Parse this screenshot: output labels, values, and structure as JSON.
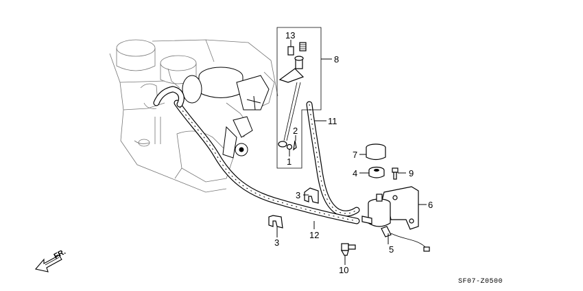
{
  "callouts": {
    "c1": "1",
    "c2": "2",
    "c3a": "3",
    "c3b": "3",
    "c4": "4",
    "c5": "5",
    "c6": "6",
    "c7": "7",
    "c8": "8",
    "c9": "9",
    "c10": "10",
    "c11": "11",
    "c12": "12",
    "c13": "13"
  },
  "direction_label": "FR.",
  "diagram_code": "SF07-Z0500"
}
